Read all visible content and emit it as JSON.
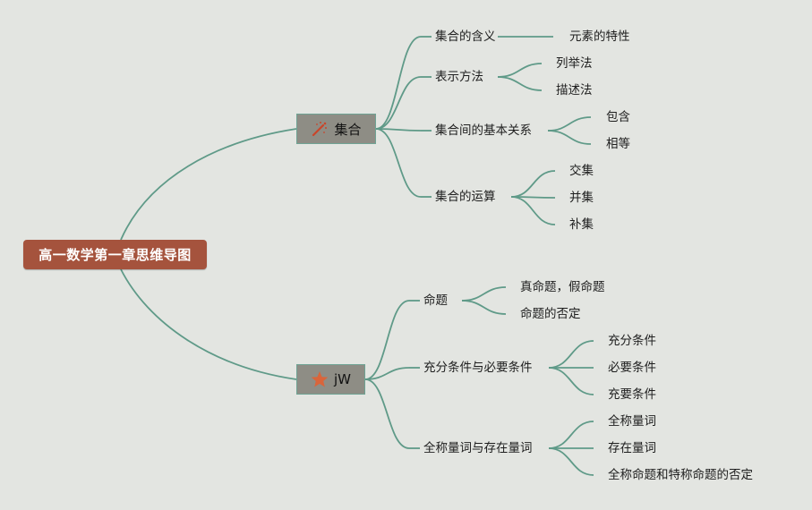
{
  "root": {
    "title": "高一数学第一章思维导图"
  },
  "branches": [
    {
      "label": "集合",
      "icon": "magic-wand-icon",
      "children": [
        {
          "label": "集合的含义",
          "children": [
            "元素的特性"
          ]
        },
        {
          "label": "表示方法",
          "children": [
            "列举法",
            "描述法"
          ]
        },
        {
          "label": "集合间的基本关系",
          "children": [
            "包含",
            "相等"
          ]
        },
        {
          "label": "集合的运算",
          "children": [
            "交集",
            "并集",
            "补集"
          ]
        }
      ]
    },
    {
      "label": "jW",
      "icon": "star-icon",
      "children": [
        {
          "label": "命题",
          "children": [
            "真命题，假命题",
            "命题的否定"
          ]
        },
        {
          "label": "充分条件与必要条件",
          "children": [
            "充分条件",
            "必要条件",
            "充要条件"
          ]
        },
        {
          "label": "全称量词与存在量词",
          "children": [
            "全称量词",
            "存在量词",
            "全称命题和特称命题的否定"
          ]
        }
      ]
    }
  ],
  "colors": {
    "connector": "#5f9a88",
    "root_bg": "#a5533d",
    "main_bg": "#8e8d85",
    "background": "#e3e5e1",
    "icon_accent": "#d9653b"
  }
}
